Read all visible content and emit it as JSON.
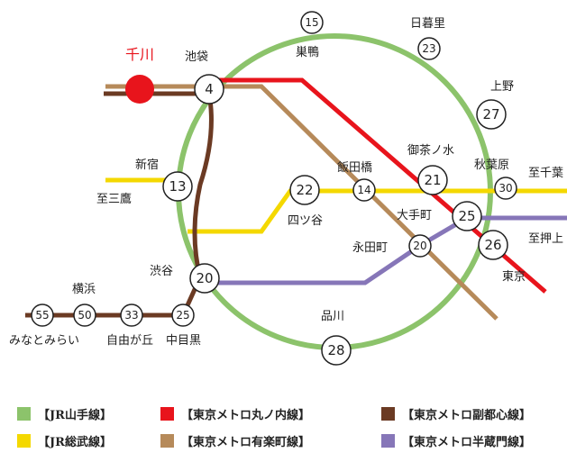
{
  "colors": {
    "yamanote": "#8cc36b",
    "marunouchi": "#e8141c",
    "fukutoshin": "#6b3a23",
    "sobu": "#f4d800",
    "yurakucho": "#b68a5a",
    "hanzomon": "#8676b8",
    "senkawa_marker": "#e8141c"
  },
  "highlight_station": {
    "label": "千川"
  },
  "nodes": {
    "ikebukuro": {
      "num": "4",
      "label": "池袋"
    },
    "sugamo": {
      "num": "15",
      "label": "巣鴨"
    },
    "nippori": {
      "num": "23",
      "label": "日暮里"
    },
    "ueno": {
      "num": "27",
      "label": "上野"
    },
    "ochanomizu": {
      "num": "21",
      "label": "御茶ノ水"
    },
    "akihabara": {
      "num": "30",
      "label": "秋葉原"
    },
    "otemachi": {
      "num": "25",
      "label": "大手町"
    },
    "tokyo": {
      "num": "26",
      "label": "東京"
    },
    "iidabashi": {
      "num": "14",
      "label": "飯田橋"
    },
    "yotsuya": {
      "num": "22",
      "label": "四ツ谷"
    },
    "nagatacho": {
      "num": "20",
      "label": "永田町"
    },
    "shinjuku": {
      "num": "13",
      "label": "新宿"
    },
    "shibuya": {
      "num": "20",
      "label": "渋谷"
    },
    "shinagawa": {
      "num": "28",
      "label": "品川"
    },
    "nakameguro": {
      "num": "25",
      "label": "中目黒"
    },
    "jiyugaoka": {
      "num": "33",
      "label": "自由が丘"
    },
    "yokohama": {
      "num": "50",
      "label": "横浜"
    },
    "minatomirai": {
      "num": "55",
      "label": "みなとみらい"
    }
  },
  "directions": {
    "to_mitaka": "至三鷹",
    "to_chiba": "至千葉",
    "to_oshiage": "至押上"
  },
  "legend": [
    {
      "key": "yamanote",
      "label": "【JR山手線】"
    },
    {
      "key": "marunouchi",
      "label": "【東京メトロ丸ノ内線】"
    },
    {
      "key": "fukutoshin",
      "label": "【東京メトロ副都心線】"
    },
    {
      "key": "sobu",
      "label": "【JR総武線】"
    },
    {
      "key": "yurakucho",
      "label": "【東京メトロ有楽町線】"
    },
    {
      "key": "hanzomon",
      "label": "【東京メトロ半蔵門線】"
    }
  ]
}
